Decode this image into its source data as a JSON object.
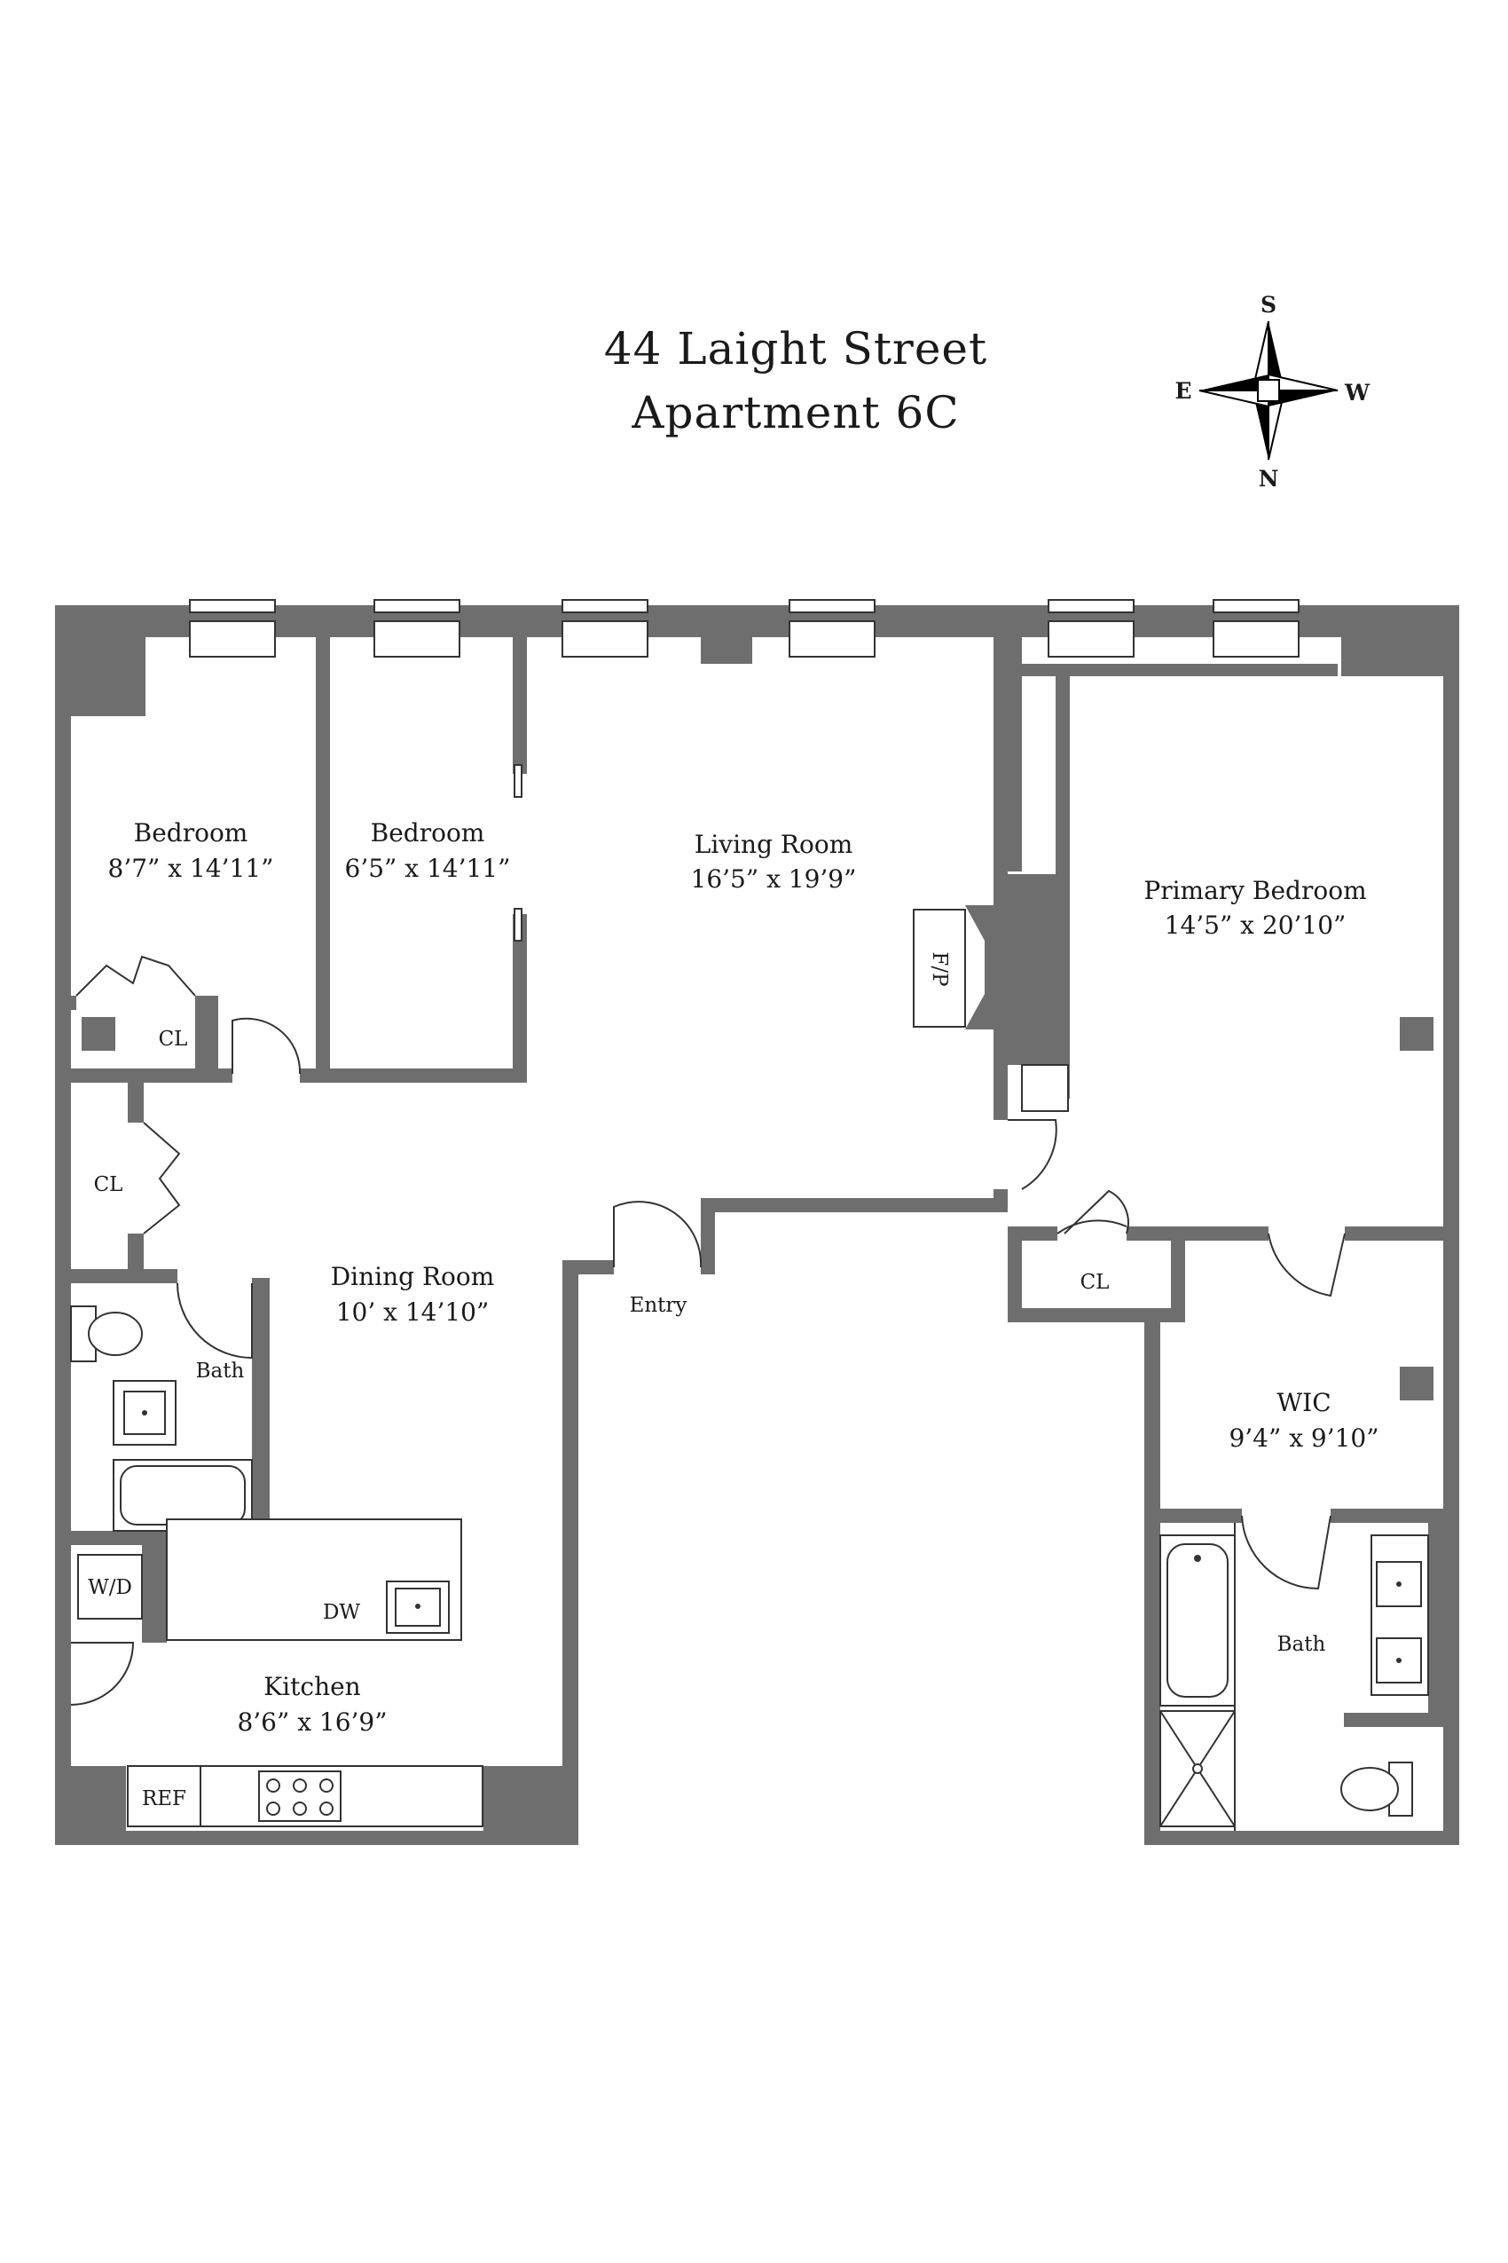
{
  "title": {
    "line1": "44 Laight Street",
    "line2": "Apartment 6C"
  },
  "compass": {
    "top": "S",
    "left": "E",
    "right": "W",
    "bottom": "N"
  },
  "rooms": {
    "bedroom_1": {
      "name": "Bedroom",
      "size": "8’7” x 14’11”"
    },
    "bedroom_2": {
      "name": "Bedroom",
      "size": "6’5” x 14’11”"
    },
    "living_room": {
      "name": "Living Room",
      "size": "16’5” x 19’9”"
    },
    "primary_bedroom": {
      "name": "Primary Bedroom",
      "size": "14’5” x 20’10”"
    },
    "dining_room": {
      "name": "Dining Room",
      "size": "10’ x 14’10”"
    },
    "kitchen": {
      "name": "Kitchen",
      "size": "8’6” x 16’9”"
    },
    "wic": {
      "name": "WIC",
      "size": "9’4” x 9’10”"
    }
  },
  "labels": {
    "closet": "CL",
    "bath": "Bath",
    "entry": "Entry",
    "fireplace": "F/P",
    "dishwasher": "DW",
    "washer_dryer": "W/D",
    "refrigerator": "REF"
  },
  "colors": {
    "wall": "#6e6e6e",
    "line": "#333333",
    "background": "#ffffff"
  }
}
